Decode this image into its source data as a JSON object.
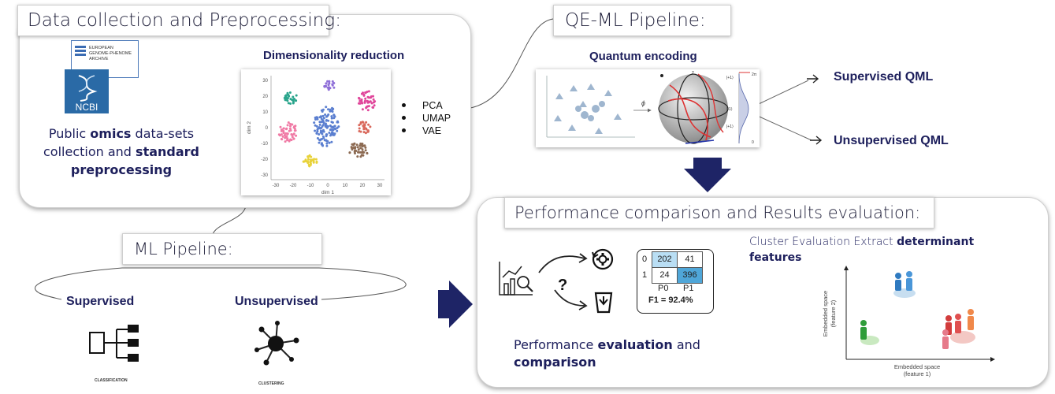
{
  "data_collection": {
    "title": "Data collection and Preprocessing:",
    "ega_logo_lines": [
      "EUROPEAN",
      "GENOME-PHENOME",
      "ARCHIVE"
    ],
    "ncbi_logo": "NCBI",
    "public_text_1": "Public ",
    "public_text_omics": "omics",
    "public_text_2": " data-sets",
    "public_text_3": "collection and ",
    "public_text_standard": "standard",
    "public_text_4": "preprocessing",
    "dimred_title": "Dimensionality reduction",
    "dimred_methods": [
      "PCA",
      "UMAP",
      "VAE"
    ],
    "plot": {
      "ylabel": "dim 2",
      "xlabel": "dim 1",
      "yticks": [
        "30",
        "20",
        "10",
        "0",
        "-10",
        "-20",
        "-30"
      ],
      "xticks": [
        "-30",
        "-20",
        "-10",
        "0",
        "10",
        "20",
        "30"
      ],
      "cluster_colors": [
        "#2aa58c",
        "#8f6fd8",
        "#e0459a",
        "#f07aa5",
        "#5b7fd0",
        "#d9685b",
        "#8c6a52",
        "#e8d23a"
      ]
    }
  },
  "qe_ml": {
    "title": "QE-ML Pipeline:",
    "quantum_encoding": "Quantum encoding",
    "phi": "ϕ",
    "bloch_axis": "z",
    "encoding_labels": [
      "|+1⟩",
      "|-1⟩",
      "|+1⟩"
    ],
    "encoding_top": "2π",
    "encoding_bottom": "0",
    "supervised_qml": "Supervised QML",
    "unsupervised_qml": "Unsupervised QML"
  },
  "ml_pipeline": {
    "title": "ML Pipeline:",
    "supervised": "Supervised",
    "unsupervised": "Unsupervised",
    "classification": "CLASSIFICATION",
    "clustering": "CLUSTERING"
  },
  "performance": {
    "title": "Performance comparison and Results evaluation:",
    "question_mark": "?",
    "confusion": {
      "row_labels": [
        "0",
        "1"
      ],
      "values": [
        [
          "202",
          "41"
        ],
        [
          "24",
          "396"
        ]
      ],
      "col_labels": [
        "P0",
        "P1"
      ],
      "f1": "F1 = 92.4%"
    },
    "eval_text_1": "Performance ",
    "eval_text_bold": "evaluation",
    "eval_text_2": " and",
    "eval_text_3": "comparison",
    "cluster_text_1": "Cluster Evaluation Extract ",
    "cluster_text_bold": "determinant",
    "cluster_text_2": "features",
    "embed_xlabel_1": "Embedded space",
    "embed_xlabel_2": "(feature 1)",
    "embed_ylabel_1": "Embedded space",
    "embed_ylabel_2": "(feature 2)"
  },
  "colors": {
    "navy": "#1d1f5c",
    "arrow": "#1e2466",
    "panel_border": "#cfcfcf"
  }
}
